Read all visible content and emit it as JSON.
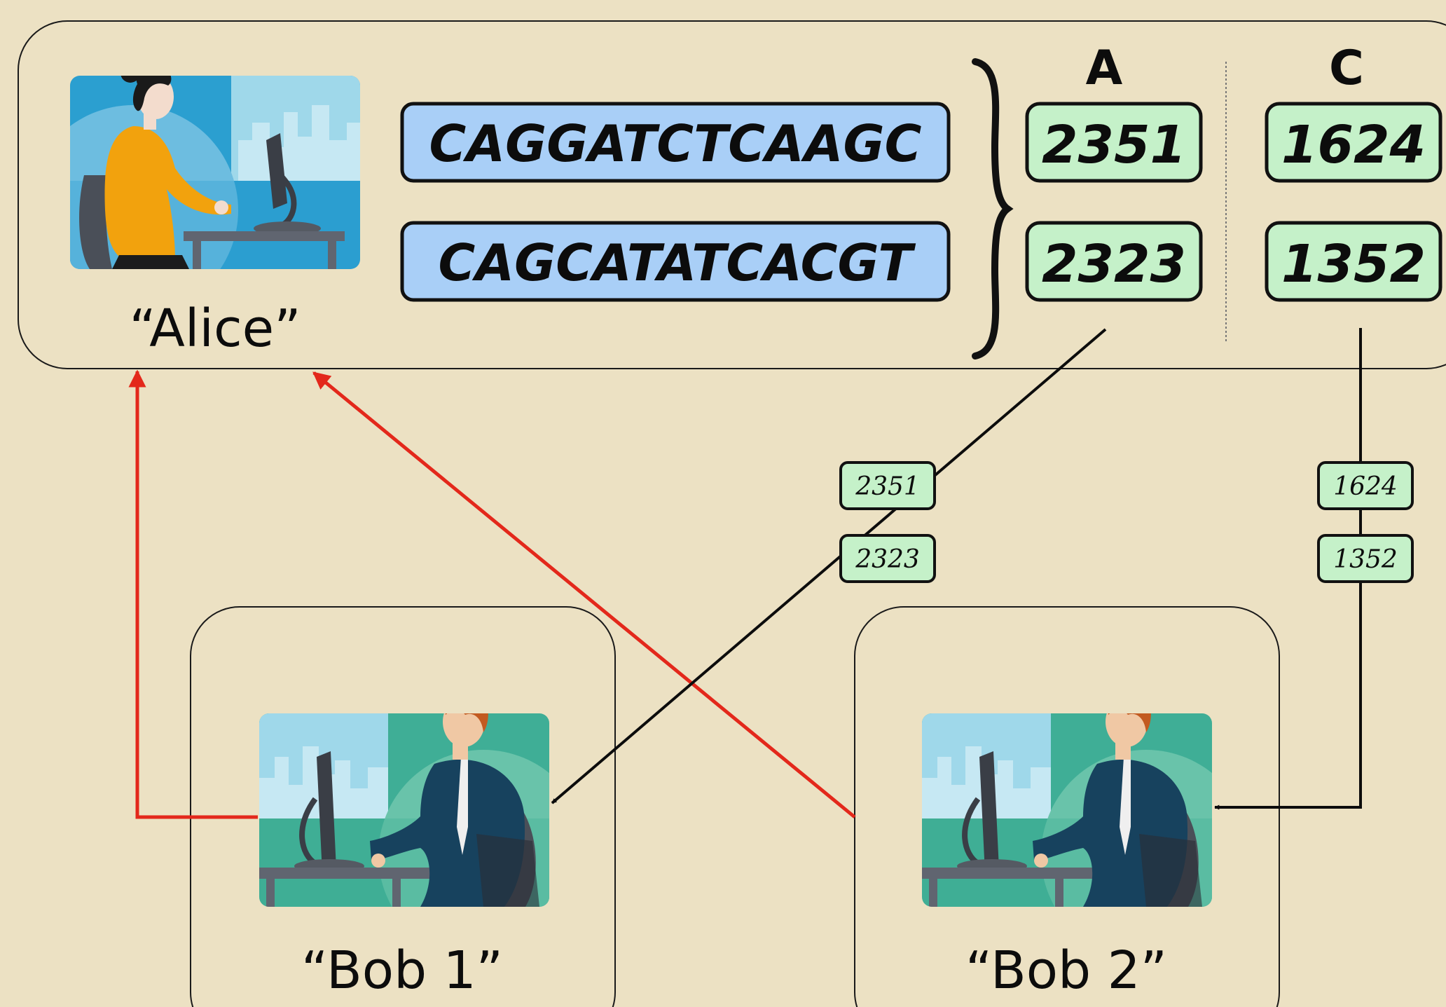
{
  "alice": {
    "name": "“Alice”",
    "sequences": [
      "CAGGATCTCAAGC",
      "CAGCATATCACGT"
    ]
  },
  "columns": {
    "a": {
      "header": "A",
      "values": [
        "2351",
        "2323"
      ]
    },
    "c": {
      "header": "C",
      "values": [
        "1624",
        "1352"
      ]
    }
  },
  "bob1": {
    "name": "“Bob 1”"
  },
  "bob2": {
    "name": "“Bob 2”"
  },
  "colors": {
    "background": "#ece1c3",
    "sequence_box": "#a9cff7",
    "number_box": "#c5f1c9",
    "red_arrow": "#e3281b",
    "black_arrow": "#0c0c0c"
  },
  "icons": {
    "alice": "woman-at-computer-icon",
    "bob": "man-at-computer-icon"
  }
}
